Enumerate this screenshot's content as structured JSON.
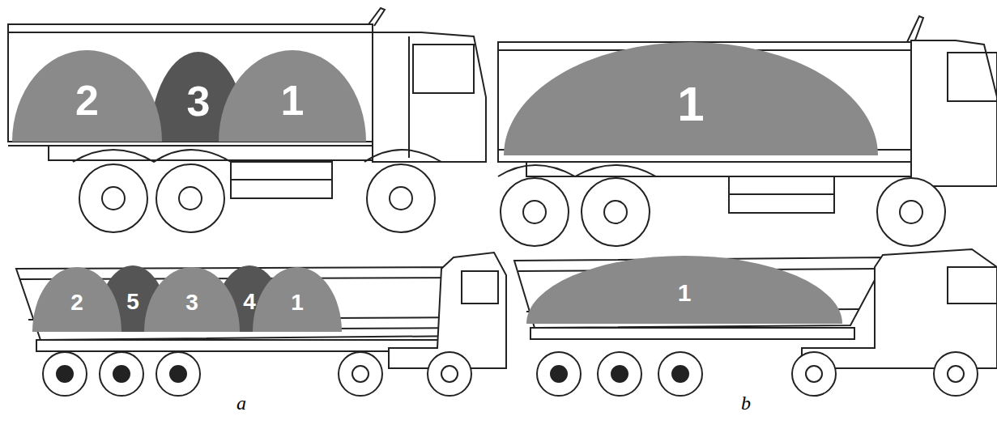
{
  "diagram": {
    "nodes": [
      {
        "text": [
          "2"
        ]
      },
      {
        "text": [
          "3"
        ]
      },
      {
        "text": [
          "1"
        ]
      },
      {
        "text": [
          "1"
        ]
      },
      {
        "text": [
          "2"
        ]
      },
      {
        "text": [
          "5"
        ]
      },
      {
        "text": [
          "3"
        ]
      },
      {
        "text": [
          "4"
        ]
      },
      {
        "text": [
          "1"
        ]
      },
      {
        "text": [
          "1"
        ]
      }
    ],
    "labels": [
      "a",
      "b"
    ]
  }
}
